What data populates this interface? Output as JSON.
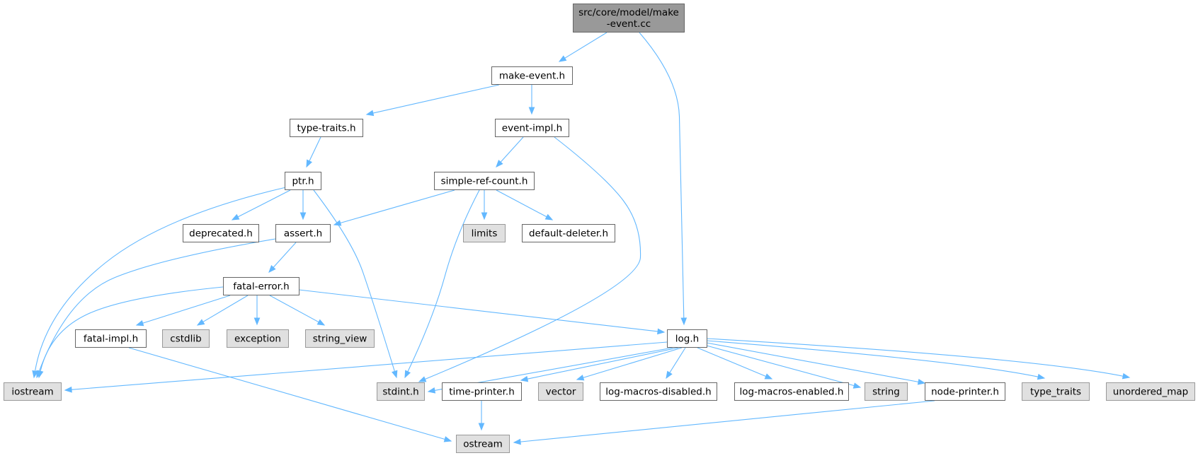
{
  "colors": {
    "edge": "#63B8FF",
    "node_border": "#666666",
    "root_border": "#666666",
    "root_fill": "#999999",
    "internal_fill": "#FFFFFF",
    "system_fill": "#E0E0E0",
    "system_border": "#999999"
  },
  "graph": {
    "nodes": [
      {
        "id": "root",
        "label_lines": [
          "src/core/model/make",
          "-event.cc"
        ],
        "kind": "root"
      },
      {
        "id": "make_event_h",
        "label_lines": [
          "make-event.h"
        ],
        "kind": "internal"
      },
      {
        "id": "type_traits_h",
        "label_lines": [
          "type-traits.h"
        ],
        "kind": "internal"
      },
      {
        "id": "event_impl_h",
        "label_lines": [
          "event-impl.h"
        ],
        "kind": "internal"
      },
      {
        "id": "ptr_h",
        "label_lines": [
          "ptr.h"
        ],
        "kind": "internal"
      },
      {
        "id": "simple_ref_count_h",
        "label_lines": [
          "simple-ref-count.h"
        ],
        "kind": "internal"
      },
      {
        "id": "deprecated_h",
        "label_lines": [
          "deprecated.h"
        ],
        "kind": "internal"
      },
      {
        "id": "assert_h",
        "label_lines": [
          "assert.h"
        ],
        "kind": "internal"
      },
      {
        "id": "limits",
        "label_lines": [
          "limits"
        ],
        "kind": "system"
      },
      {
        "id": "default_deleter_h",
        "label_lines": [
          "default-deleter.h"
        ],
        "kind": "internal"
      },
      {
        "id": "fatal_error_h",
        "label_lines": [
          "fatal-error.h"
        ],
        "kind": "internal"
      },
      {
        "id": "fatal_impl_h",
        "label_lines": [
          "fatal-impl.h"
        ],
        "kind": "internal"
      },
      {
        "id": "cstdlib",
        "label_lines": [
          "cstdlib"
        ],
        "kind": "system"
      },
      {
        "id": "exception",
        "label_lines": [
          "exception"
        ],
        "kind": "system"
      },
      {
        "id": "string_view",
        "label_lines": [
          "string_view"
        ],
        "kind": "system"
      },
      {
        "id": "log_h",
        "label_lines": [
          "log.h"
        ],
        "kind": "internal"
      },
      {
        "id": "iostream",
        "label_lines": [
          "iostream"
        ],
        "kind": "system"
      },
      {
        "id": "stdint_h",
        "label_lines": [
          "stdint.h"
        ],
        "kind": "system"
      },
      {
        "id": "time_printer_h",
        "label_lines": [
          "time-printer.h"
        ],
        "kind": "internal"
      },
      {
        "id": "vector",
        "label_lines": [
          "vector"
        ],
        "kind": "system"
      },
      {
        "id": "log_macros_disabled_h",
        "label_lines": [
          "log-macros-disabled.h"
        ],
        "kind": "internal"
      },
      {
        "id": "log_macros_enabled_h",
        "label_lines": [
          "log-macros-enabled.h"
        ],
        "kind": "internal"
      },
      {
        "id": "string",
        "label_lines": [
          "string"
        ],
        "kind": "system"
      },
      {
        "id": "node_printer_h",
        "label_lines": [
          "node-printer.h"
        ],
        "kind": "internal"
      },
      {
        "id": "type_traits",
        "label_lines": [
          "type_traits"
        ],
        "kind": "system"
      },
      {
        "id": "unordered_map",
        "label_lines": [
          "unordered_map"
        ],
        "kind": "system"
      },
      {
        "id": "ostream",
        "label_lines": [
          "ostream"
        ],
        "kind": "system"
      }
    ],
    "edges": [
      {
        "from": "root",
        "to": "make_event_h"
      },
      {
        "from": "root",
        "to": "log_h"
      },
      {
        "from": "make_event_h",
        "to": "type_traits_h"
      },
      {
        "from": "make_event_h",
        "to": "event_impl_h"
      },
      {
        "from": "type_traits_h",
        "to": "ptr_h"
      },
      {
        "from": "event_impl_h",
        "to": "simple_ref_count_h"
      },
      {
        "from": "event_impl_h",
        "to": "stdint_h"
      },
      {
        "from": "ptr_h",
        "to": "deprecated_h"
      },
      {
        "from": "ptr_h",
        "to": "assert_h"
      },
      {
        "from": "ptr_h",
        "to": "iostream"
      },
      {
        "from": "ptr_h",
        "to": "stdint_h"
      },
      {
        "from": "simple_ref_count_h",
        "to": "assert_h"
      },
      {
        "from": "simple_ref_count_h",
        "to": "limits"
      },
      {
        "from": "simple_ref_count_h",
        "to": "default_deleter_h"
      },
      {
        "from": "simple_ref_count_h",
        "to": "stdint_h"
      },
      {
        "from": "assert_h",
        "to": "fatal_error_h"
      },
      {
        "from": "assert_h",
        "to": "iostream"
      },
      {
        "from": "fatal_error_h",
        "to": "fatal_impl_h"
      },
      {
        "from": "fatal_error_h",
        "to": "cstdlib"
      },
      {
        "from": "fatal_error_h",
        "to": "exception"
      },
      {
        "from": "fatal_error_h",
        "to": "string_view"
      },
      {
        "from": "fatal_error_h",
        "to": "log_h"
      },
      {
        "from": "fatal_error_h",
        "to": "iostream"
      },
      {
        "from": "fatal_impl_h",
        "to": "ostream"
      },
      {
        "from": "log_h",
        "to": "iostream"
      },
      {
        "from": "log_h",
        "to": "stdint_h"
      },
      {
        "from": "log_h",
        "to": "time_printer_h"
      },
      {
        "from": "log_h",
        "to": "vector"
      },
      {
        "from": "log_h",
        "to": "log_macros_disabled_h"
      },
      {
        "from": "log_h",
        "to": "log_macros_enabled_h"
      },
      {
        "from": "log_h",
        "to": "string"
      },
      {
        "from": "log_h",
        "to": "node_printer_h"
      },
      {
        "from": "log_h",
        "to": "type_traits"
      },
      {
        "from": "log_h",
        "to": "unordered_map"
      },
      {
        "from": "time_printer_h",
        "to": "ostream"
      },
      {
        "from": "node_printer_h",
        "to": "ostream"
      }
    ]
  }
}
